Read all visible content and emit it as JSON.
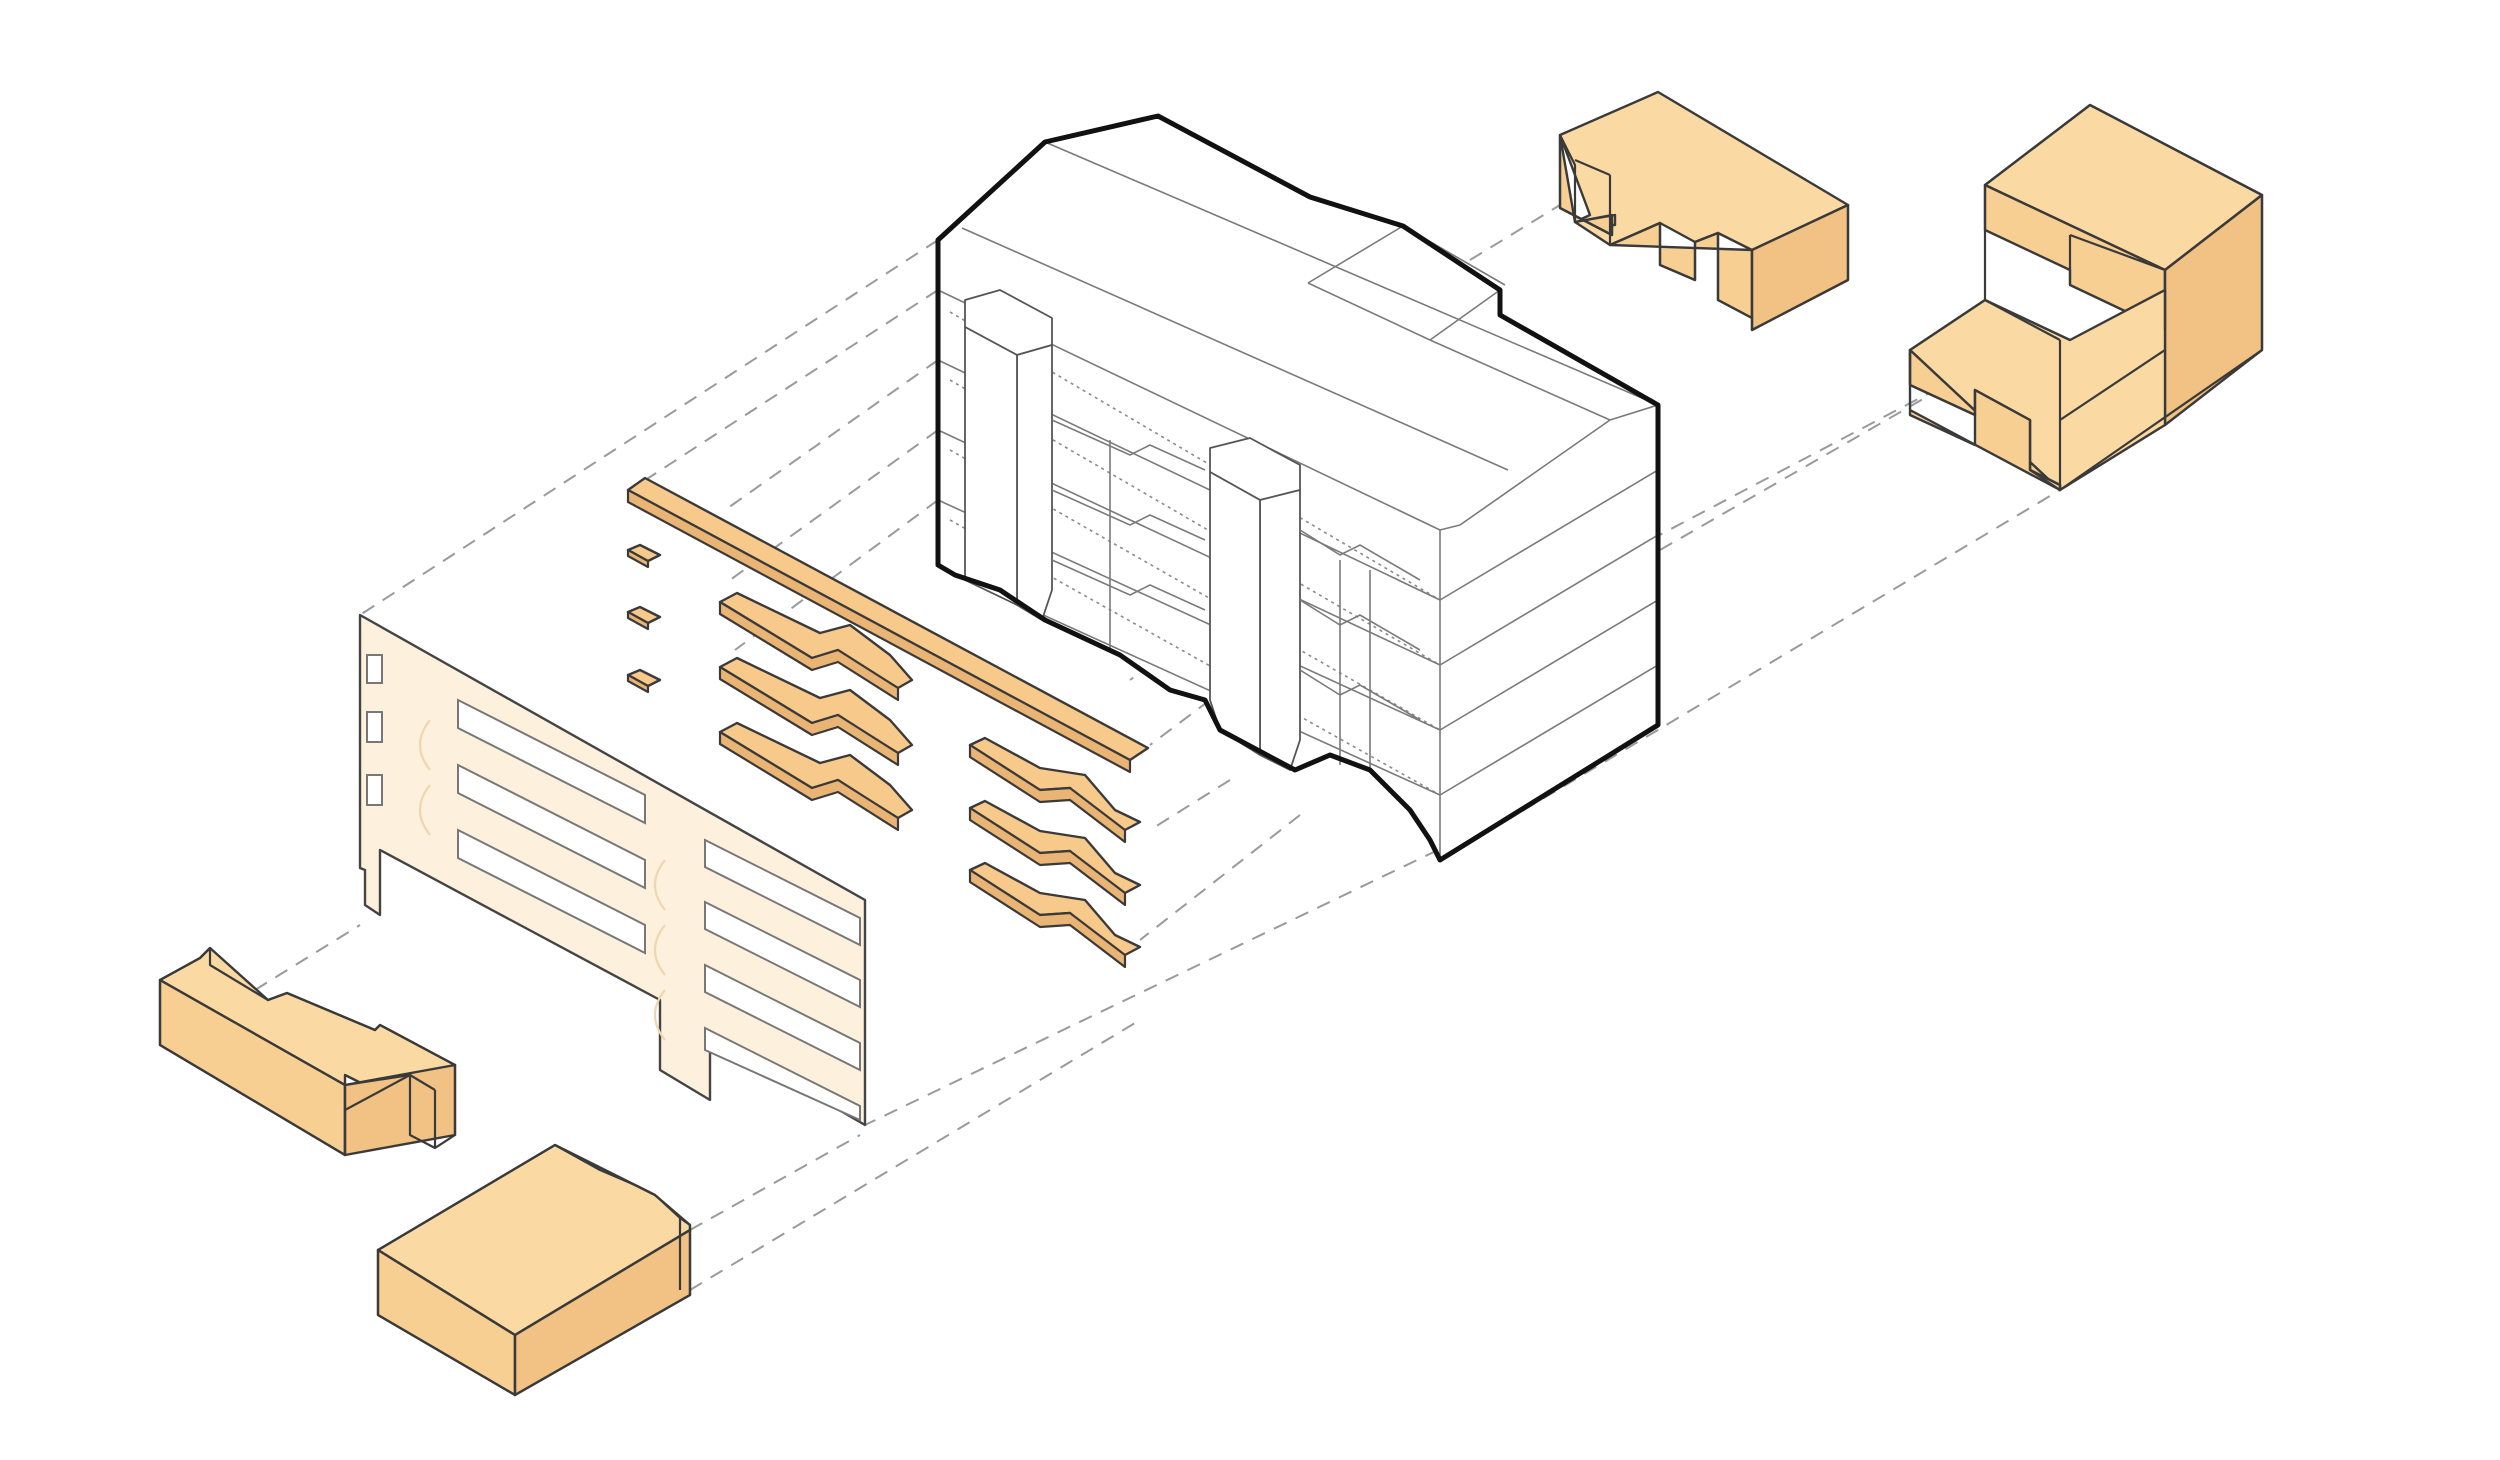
{
  "diagram": {
    "type": "exploded-axonometric",
    "colors": {
      "context_fill": "#fbd9a3",
      "timber_slab": "#f7c98a",
      "facade_panel": "#fdf0dc",
      "outline": "#111111",
      "leader_line": "#9a9a9a"
    },
    "components": [
      "building-volume",
      "facade-panel",
      "floor-slabs",
      "context-blocks",
      "projection-lines"
    ]
  }
}
